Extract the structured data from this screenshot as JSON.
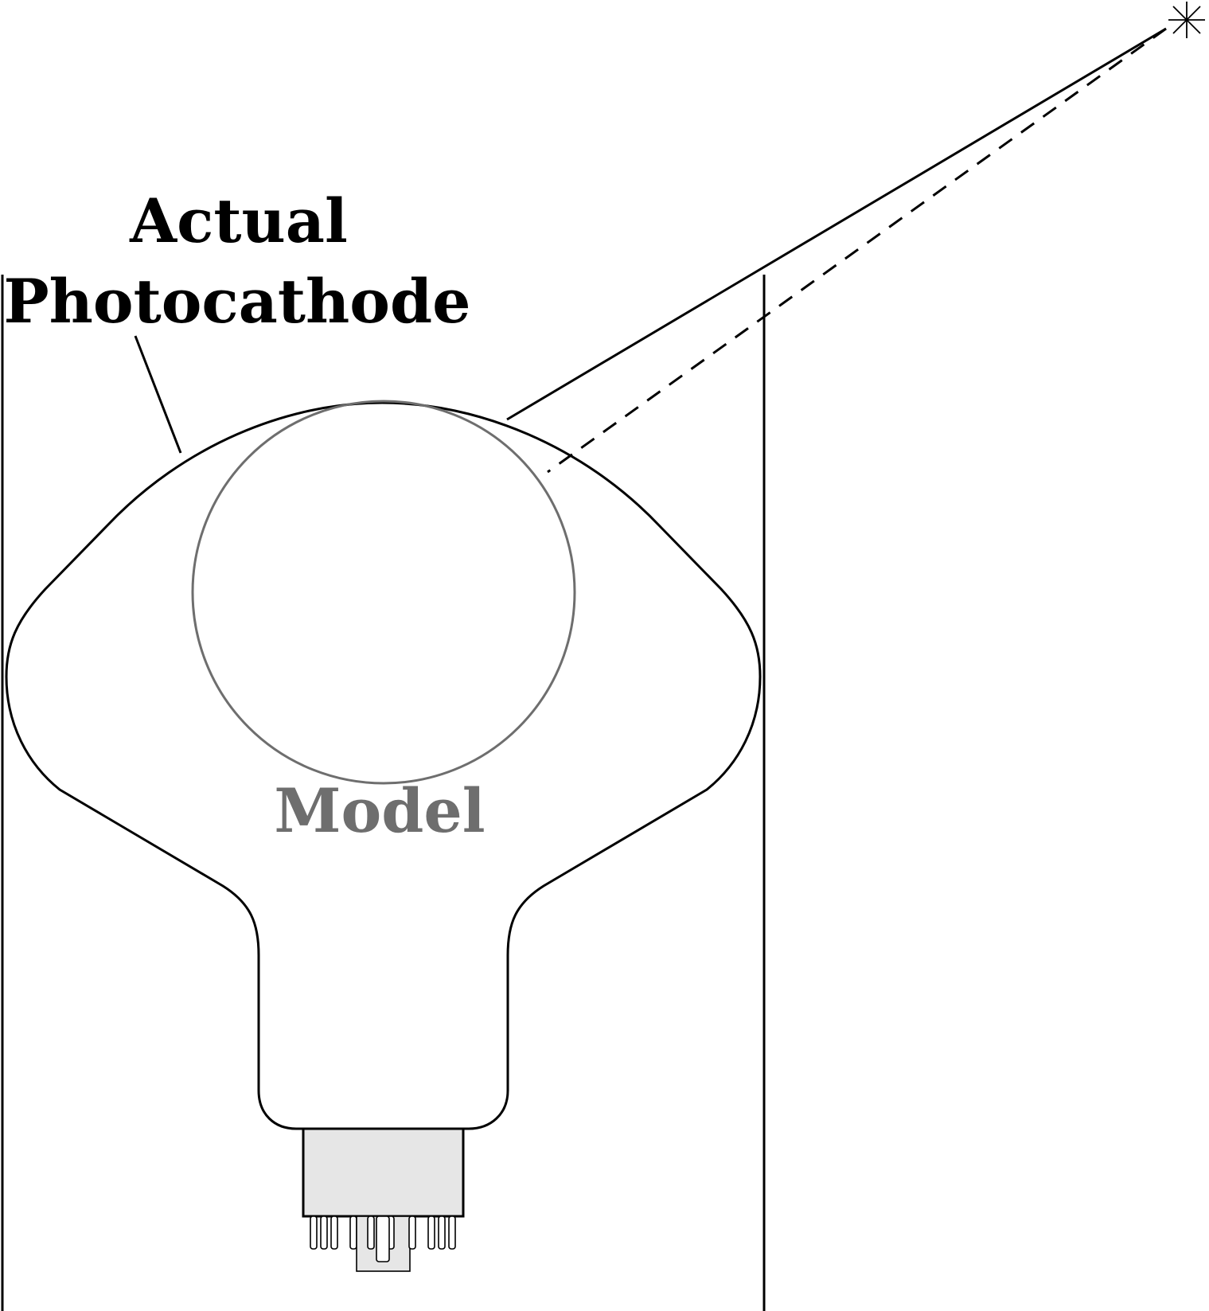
{
  "labels": {
    "actual_line1": "Actual",
    "actual_line2": "Photocathode",
    "model": "Model"
  },
  "colors": {
    "ink": "#000000",
    "model": "#6e6e6e",
    "base_fill": "#e6e6e6",
    "background": "#ffffff"
  },
  "icons": {
    "light_source": "starburst-icon"
  }
}
